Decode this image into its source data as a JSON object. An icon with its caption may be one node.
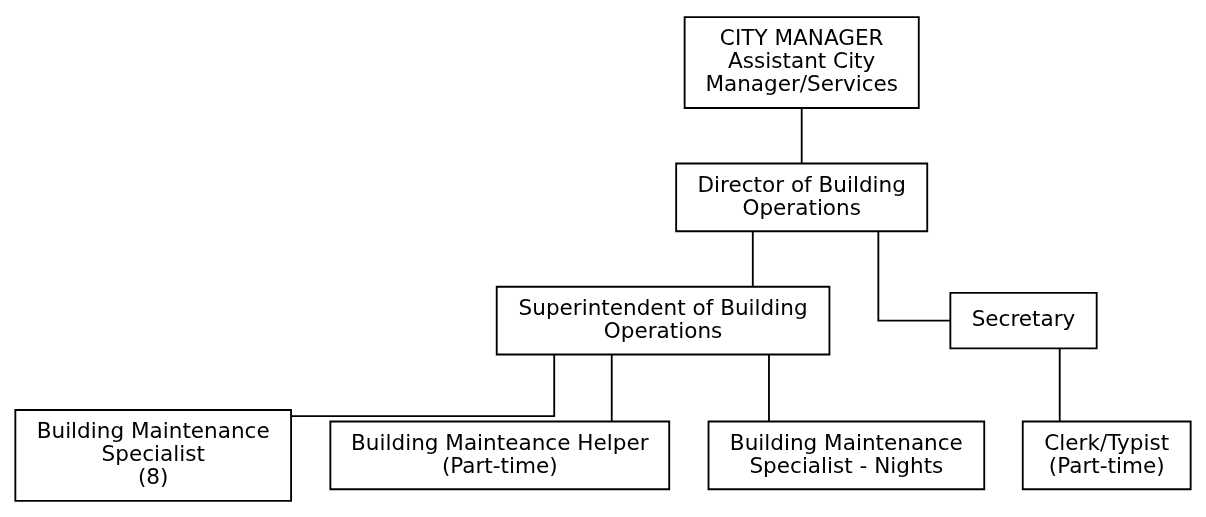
{
  "diagram": {
    "nodes": [
      {
        "text": [
          "CITY MANAGER",
          "Assistant City Manager/Services"
        ]
      },
      {
        "text": [
          "Director of Building Operations"
        ]
      },
      {
        "text": [
          "Superintendent of Building Operations"
        ]
      },
      {
        "text": [
          "Secretary"
        ]
      },
      {
        "text": [
          "Building Maintenance Specialist",
          "(8)"
        ]
      },
      {
        "text": [
          "Building Mainteance Helper",
          "(Part-time)"
        ]
      },
      {
        "text": [
          "Building Maintenance Specialist - Nights"
        ]
      },
      {
        "text": [
          "Clerk/Typist",
          "(Part-time)"
        ]
      }
    ],
    "edges": [
      {
        "from": 0,
        "to": 1,
        "arrow": "none"
      },
      {
        "from": 1,
        "to": 2,
        "arrow": "none"
      },
      {
        "from": 1,
        "to": 3,
        "arrow": "none"
      },
      {
        "from": 2,
        "to": 4,
        "arrow": "none"
      },
      {
        "from": 2,
        "to": 5,
        "arrow": "none"
      },
      {
        "from": 2,
        "to": 6,
        "arrow": "none"
      },
      {
        "from": 3,
        "to": 7,
        "arrow": "none"
      }
    ]
  }
}
